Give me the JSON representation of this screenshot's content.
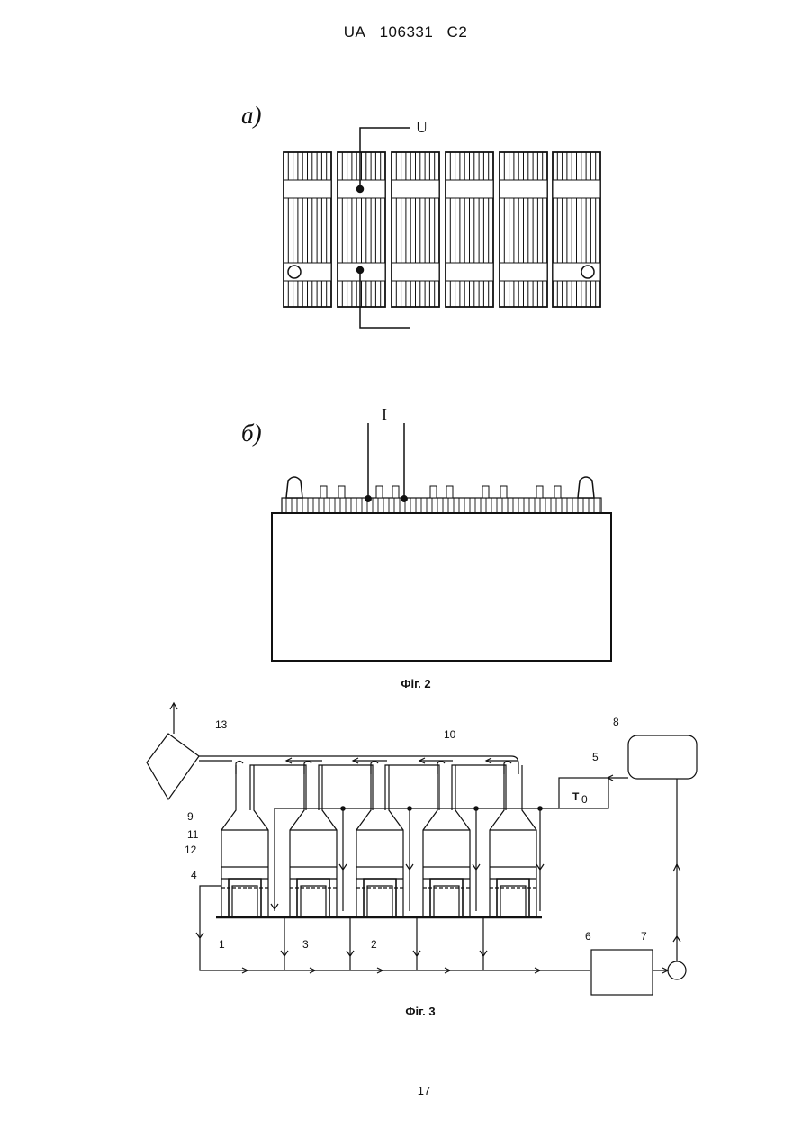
{
  "header": {
    "office": "UA",
    "number": "106331",
    "kind": "C2"
  },
  "fig2": {
    "sub_a": "a)",
    "sub_b": "б)",
    "voltage_label": "U",
    "current_label": "I",
    "caption": "Фіг. 2"
  },
  "fig3": {
    "labels": {
      "n1": "1",
      "n2": "2",
      "n3": "3",
      "n4": "4",
      "n5": "5",
      "n6": "6",
      "n7": "7",
      "n8": "8",
      "n9": "9",
      "n10": "10",
      "n11": "11",
      "n12": "12",
      "n13": "13"
    },
    "t0_label": "T",
    "t0_sub": "0",
    "caption": "Фіг. 3"
  },
  "page_number": "17"
}
